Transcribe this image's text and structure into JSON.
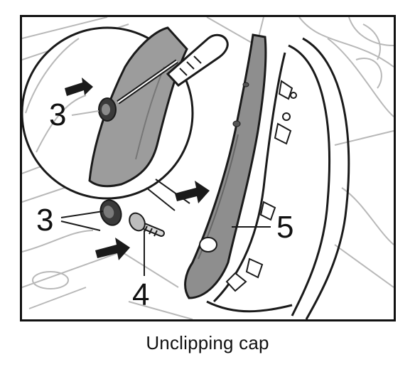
{
  "figure": {
    "caption": "Unclipping cap",
    "callouts": [
      {
        "id": "clip-detail",
        "label": "3"
      },
      {
        "id": "clip",
        "label": "3"
      },
      {
        "id": "screw",
        "label": "4"
      },
      {
        "id": "cap",
        "label": "5"
      }
    ],
    "colors": {
      "line": "#1a1a1a",
      "light_line": "#b8b8b8",
      "panel_gray": "#9c9c9c",
      "cap_gray": "#8e8e8e",
      "clip_dark": "#3a3a3a"
    }
  }
}
